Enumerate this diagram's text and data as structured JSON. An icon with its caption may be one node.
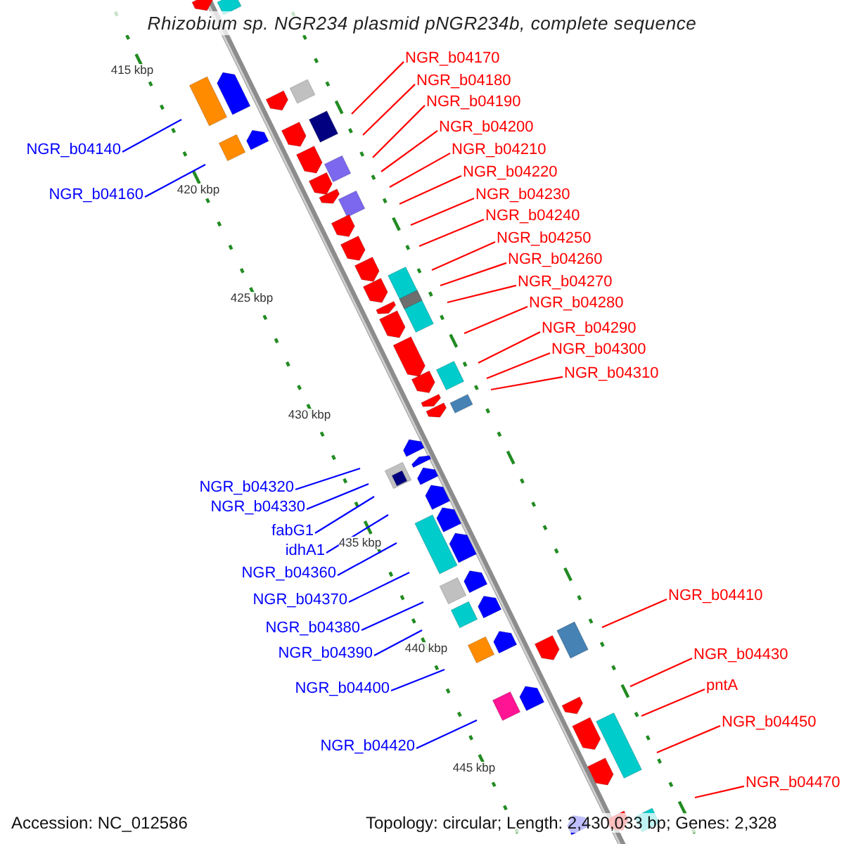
{
  "diagram": {
    "title": "Rhizobium sp. NGR234 plasmid pNGR234b, complete sequence",
    "nodes": [
      {
        "text": [
          "NGR_b04170"
        ]
      },
      {
        "text": [
          "NGR_b04180"
        ]
      },
      {
        "text": [
          "NGR_b04190"
        ]
      },
      {
        "text": [
          "NGR_b04200"
        ]
      },
      {
        "text": [
          "NGR_b04140"
        ]
      },
      {
        "text": [
          "NGR_b04210"
        ]
      },
      {
        "text": [
          "NGR_b04220"
        ]
      },
      {
        "text": [
          "NGR_b04160"
        ]
      },
      {
        "text": [
          "NGR_b04230"
        ]
      },
      {
        "text": [
          "NGR_b04240"
        ]
      },
      {
        "text": [
          "NGR_b04250"
        ]
      },
      {
        "text": [
          "NGR_b04260"
        ]
      },
      {
        "text": [
          "NGR_b04270"
        ]
      },
      {
        "text": [
          "NGR_b04280"
        ]
      },
      {
        "text": [
          "NGR_b04290"
        ]
      },
      {
        "text": [
          "NGR_b04300"
        ]
      },
      {
        "text": [
          "NGR_b04310"
        ]
      },
      {
        "text": [
          "NGR_b04320"
        ]
      },
      {
        "text": [
          "NGR_b04330"
        ]
      },
      {
        "text": [
          "fabG1"
        ]
      },
      {
        "text": [
          "idhA1"
        ]
      },
      {
        "text": [
          "NGR_b04360"
        ]
      },
      {
        "text": [
          "NGR_b04410"
        ]
      },
      {
        "text": [
          "NGR_b04370"
        ]
      },
      {
        "text": [
          "NGR_b04380"
        ]
      },
      {
        "text": [
          "NGR_b04390"
        ]
      },
      {
        "text": [
          "NGR_b04430"
        ]
      },
      {
        "text": [
          "pntA"
        ]
      },
      {
        "text": [
          "NGR_b04400"
        ]
      },
      {
        "text": [
          "NGR_b04450"
        ]
      },
      {
        "text": [
          "NGR_b04420"
        ]
      },
      {
        "text": [
          "NGR_b04470"
        ]
      }
    ],
    "edges": [
      {
        "from": 0,
        "to": null,
        "arrow": "none"
      },
      {
        "from": 1,
        "to": null,
        "arrow": "none"
      },
      {
        "from": 2,
        "to": null,
        "arrow": "none"
      },
      {
        "from": 3,
        "to": null,
        "arrow": "none"
      },
      {
        "from": 4,
        "to": null,
        "arrow": "none",
        "color": "#0000ff"
      },
      {
        "from": 5,
        "to": null,
        "arrow": "none"
      },
      {
        "from": 6,
        "to": null,
        "arrow": "none"
      },
      {
        "from": 7,
        "to": null,
        "arrow": "none",
        "color": "#0000ff"
      },
      {
        "from": 8,
        "to": null,
        "arrow": "none"
      },
      {
        "from": 9,
        "to": null,
        "arrow": "none"
      },
      {
        "from": 10,
        "to": null,
        "arrow": "none"
      },
      {
        "from": 11,
        "to": null,
        "arrow": "none"
      },
      {
        "from": 12,
        "to": null,
        "arrow": "none"
      },
      {
        "from": 13,
        "to": null,
        "arrow": "none"
      },
      {
        "from": 14,
        "to": null,
        "arrow": "none"
      },
      {
        "from": 15,
        "to": null,
        "arrow": "none"
      },
      {
        "from": 16,
        "to": null,
        "arrow": "none"
      },
      {
        "from": 17,
        "to": null,
        "arrow": "none",
        "color": "#0000ff"
      },
      {
        "from": 18,
        "to": null,
        "arrow": "none",
        "color": "#0000ff"
      },
      {
        "from": 19,
        "to": null,
        "arrow": "none",
        "color": "#0000ff"
      },
      {
        "from": 20,
        "to": null,
        "arrow": "none",
        "color": "#0000ff"
      },
      {
        "from": 21,
        "to": null,
        "arrow": "none",
        "color": "#0000ff"
      },
      {
        "from": 22,
        "to": null,
        "arrow": "none"
      },
      {
        "from": 23,
        "to": null,
        "arrow": "none",
        "color": "#0000ff"
      },
      {
        "from": 24,
        "to": null,
        "arrow": "none",
        "color": "#0000ff"
      },
      {
        "from": 25,
        "to": null,
        "arrow": "none",
        "color": "#0000ff"
      },
      {
        "from": 26,
        "to": null,
        "arrow": "none"
      },
      {
        "from": 27,
        "to": null,
        "arrow": "none"
      },
      {
        "from": 28,
        "to": null,
        "arrow": "none",
        "color": "#0000ff"
      },
      {
        "from": 29,
        "to": null,
        "arrow": "none"
      },
      {
        "from": 30,
        "to": null,
        "arrow": "none",
        "color": "#0000ff"
      },
      {
        "from": 31,
        "to": null,
        "arrow": "none"
      }
    ],
    "labels": [
      "415 kbp",
      "420 kbp",
      "425 kbp",
      "430 kbp",
      "435 kbp",
      "440 kbp",
      "445 kbp",
      "Accession: NC_012586",
      "Topology: circular; Length: 2,430,033 bp; Genes: 2,328"
    ]
  }
}
